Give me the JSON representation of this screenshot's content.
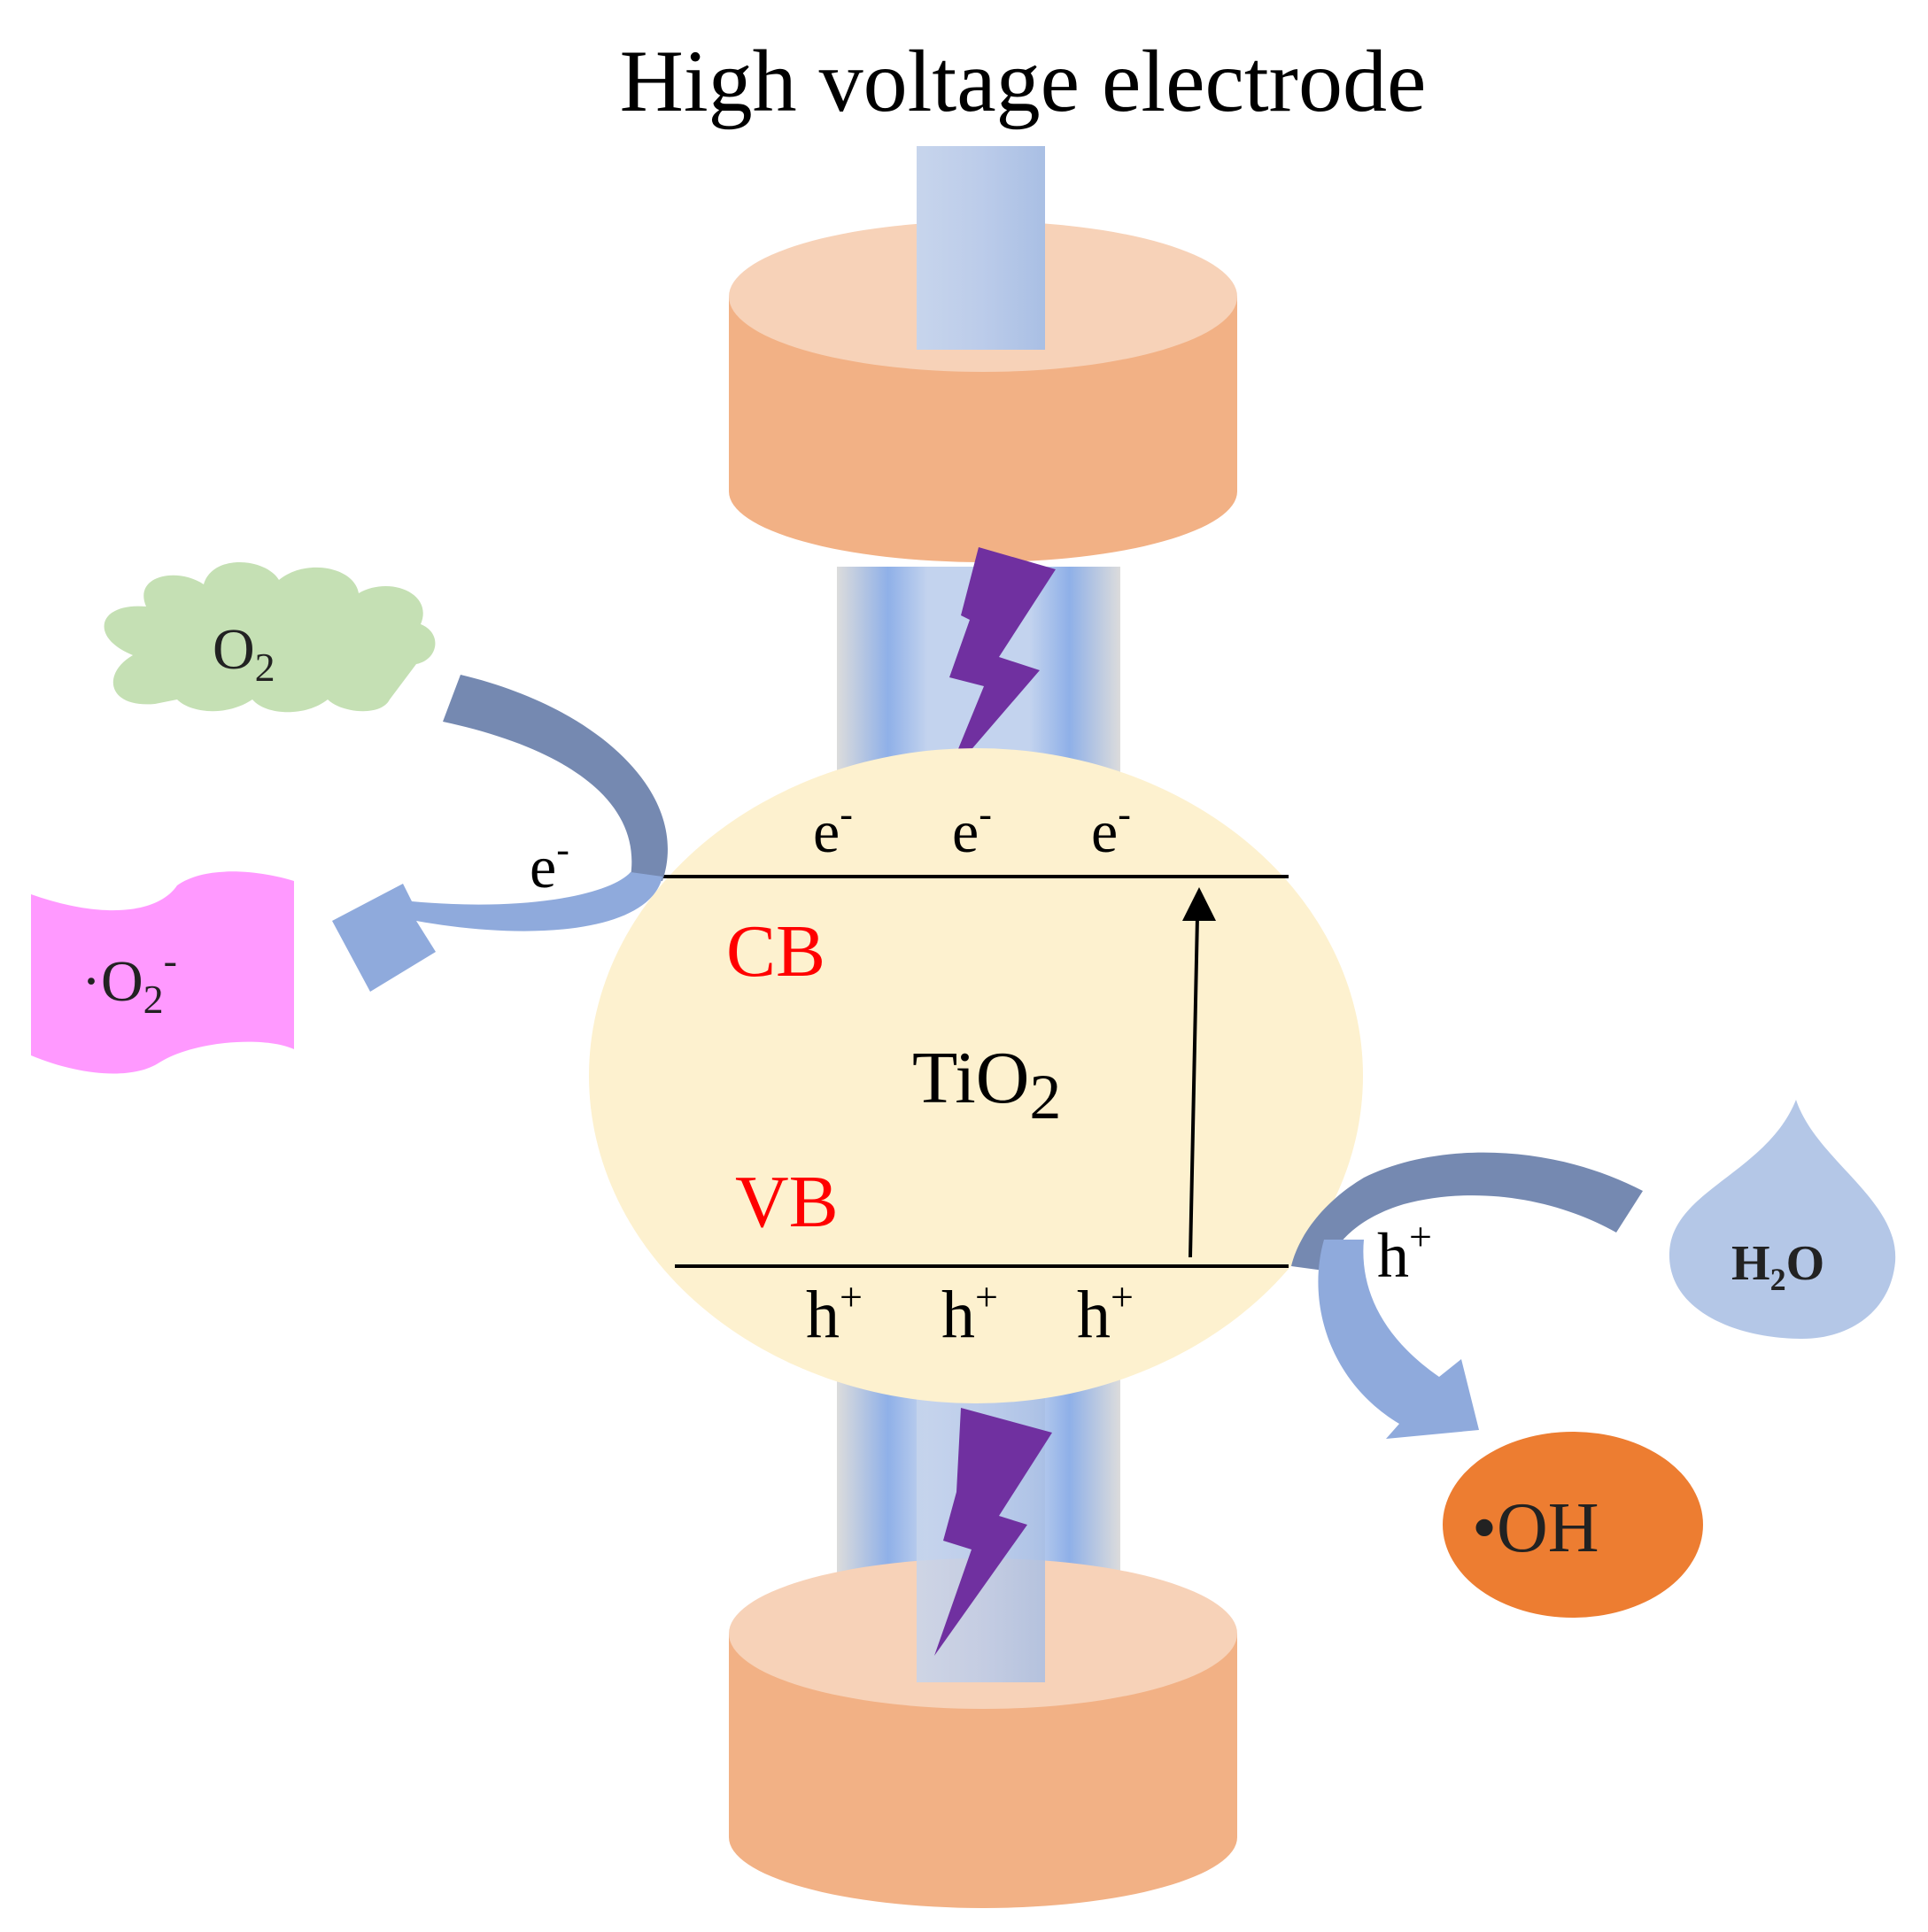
{
  "title": "High voltage electrode",
  "catalyst": {
    "label": "TiO",
    "subscript": "2"
  },
  "bands": {
    "cb": "CB",
    "vb": "VB"
  },
  "electron": {
    "base": "e",
    "sup": "-"
  },
  "hole": {
    "base": "h",
    "sup": "+"
  },
  "species": {
    "o2": {
      "base": "O",
      "sub": "2"
    },
    "superoxide": {
      "pre": "·O",
      "sub": "2",
      "sup": "-"
    },
    "water": {
      "pre": "H",
      "sub": "2",
      "post": "O"
    },
    "hydroxyl": {
      "dot": "•",
      "label": "OH"
    }
  },
  "colors": {
    "electrode": "#F2B185",
    "electrode_top": "#F7D2B8",
    "rod": "#AFC2E3",
    "tube_gray": "#DCDCDC",
    "plasma_blue": "#8AAEE6",
    "lightning": "#7030A0",
    "particle": "#FDF1CF",
    "band_label": "#FF0000",
    "arrow_dark": "#7589B1",
    "arrow_light": "#8FAADC",
    "o2_cloud": "#C5E0B4",
    "superoxide_box": "#FF99FF",
    "water_drop": "#B4C7E7",
    "hydroxyl": "#ED7D31"
  }
}
